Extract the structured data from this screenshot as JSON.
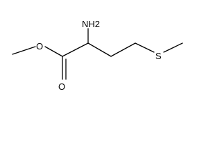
{
  "molecule": {
    "atoms": {
      "amine": "NH2",
      "ester_oxygen": "O",
      "carbonyl_oxygen": "O",
      "sulfur": "S"
    },
    "colors": {
      "bond": "#000000",
      "label": "#000000",
      "background": "#ffffff"
    }
  }
}
